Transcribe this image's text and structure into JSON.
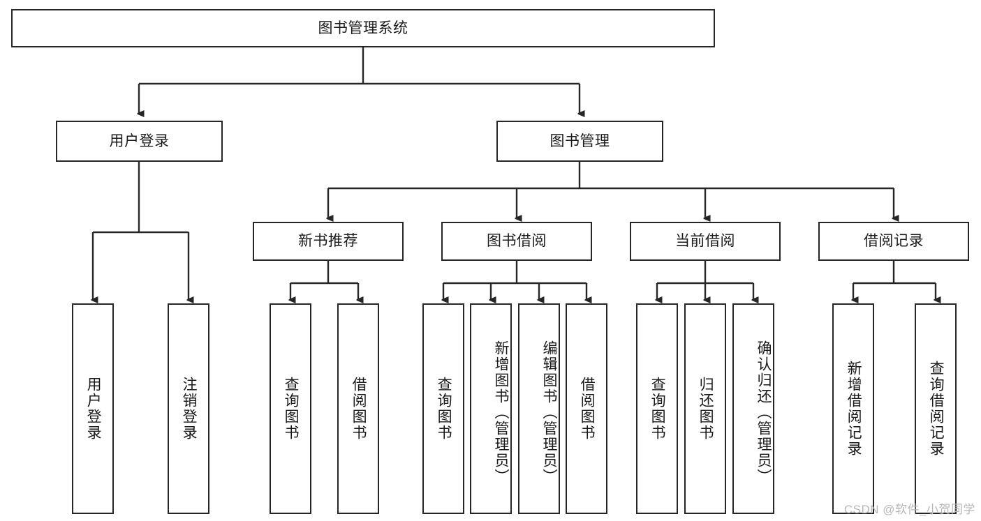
{
  "diagram": {
    "title": "图书管理系统",
    "root": {
      "label": "图书管理系统"
    },
    "level2": [
      {
        "label": "用户登录"
      },
      {
        "label": "图书管理"
      }
    ],
    "level3": [
      {
        "label": "新书推荐"
      },
      {
        "label": "图书借阅"
      },
      {
        "label": "当前借阅"
      },
      {
        "label": "借阅记录"
      }
    ],
    "leaves": {
      "user_login": [
        {
          "label": "用户登录"
        },
        {
          "label": "注销登录"
        }
      ],
      "new_book": [
        {
          "label": "查询图书"
        },
        {
          "label": "借阅图书"
        }
      ],
      "borrow_book": [
        {
          "label": "查询图书"
        },
        {
          "label": "新增图书（管理员）"
        },
        {
          "label": "编辑图书（管理员）"
        },
        {
          "label": "借阅图书"
        }
      ],
      "current_borrow": [
        {
          "label": "查询图书"
        },
        {
          "label": "归还图书"
        },
        {
          "label": "确认归还（管理员）"
        }
      ],
      "borrow_record": [
        {
          "label": "新增借阅记录"
        },
        {
          "label": "查询借阅记录"
        }
      ]
    }
  },
  "watermark": {
    "text": "CSDN @软件_小贺同学"
  },
  "colors": {
    "stroke": "#262626",
    "text": "#1a1a1a",
    "background": "#ffffff",
    "watermark": "#b8b8b8"
  }
}
